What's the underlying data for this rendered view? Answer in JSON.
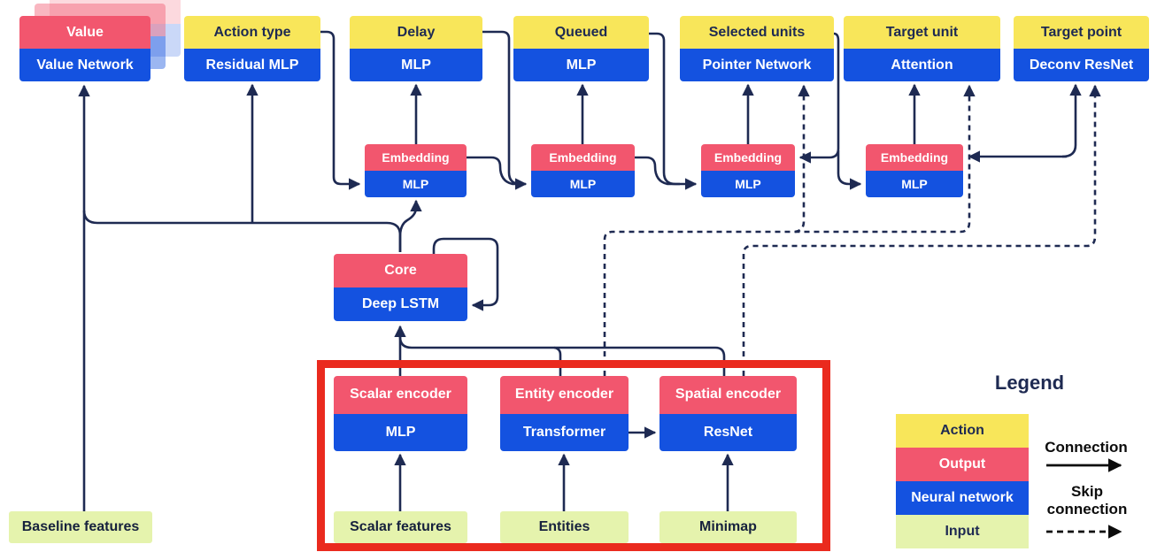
{
  "nodes": {
    "value": {
      "output": "Value",
      "network": "Value Network"
    },
    "action_type": {
      "action": "Action type",
      "network": "Residual MLP"
    },
    "delay": {
      "action": "Delay",
      "network": "MLP"
    },
    "queued": {
      "action": "Queued",
      "network": "MLP"
    },
    "selected_units": {
      "action": "Selected units",
      "network": "Pointer Network"
    },
    "target_unit": {
      "action": "Target unit",
      "network": "Attention"
    },
    "target_point": {
      "action": "Target point",
      "network": "Deconv ResNet"
    },
    "core": {
      "output": "Core",
      "network": "Deep LSTM"
    },
    "scalar_encoder": {
      "output": "Scalar encoder",
      "network": "MLP"
    },
    "entity_encoder": {
      "output": "Entity encoder",
      "network": "Transformer"
    },
    "spatial_encoder": {
      "output": "Spatial encoder",
      "network": "ResNet"
    }
  },
  "embeddings": [
    {
      "output": "Embedding",
      "network": "MLP"
    },
    {
      "output": "Embedding",
      "network": "MLP"
    },
    {
      "output": "Embedding",
      "network": "MLP"
    },
    {
      "output": "Embedding",
      "network": "MLP"
    }
  ],
  "inputs": {
    "baseline": "Baseline features",
    "scalar": "Scalar features",
    "entities": "Entities",
    "minimap": "Minimap"
  },
  "legend": {
    "title": "Legend",
    "items": [
      {
        "label": "Action",
        "color": "#f8e65a"
      },
      {
        "label": "Output",
        "color": "#f2566e"
      },
      {
        "label": "Neural network",
        "color": "#1452e0"
      },
      {
        "label": "Input",
        "color": "#e5f3ad"
      }
    ],
    "connection_label": "Connection",
    "skip_connection_label": "Skip connection"
  },
  "colors": {
    "action_yellow": "#f8e65a",
    "output_pink": "#f2566e",
    "network_blue": "#1452e0",
    "input_green": "#e5f3ad",
    "line_navy": "#1e2a52",
    "highlight_red": "#ea2a1e",
    "background": "#ffffff"
  }
}
